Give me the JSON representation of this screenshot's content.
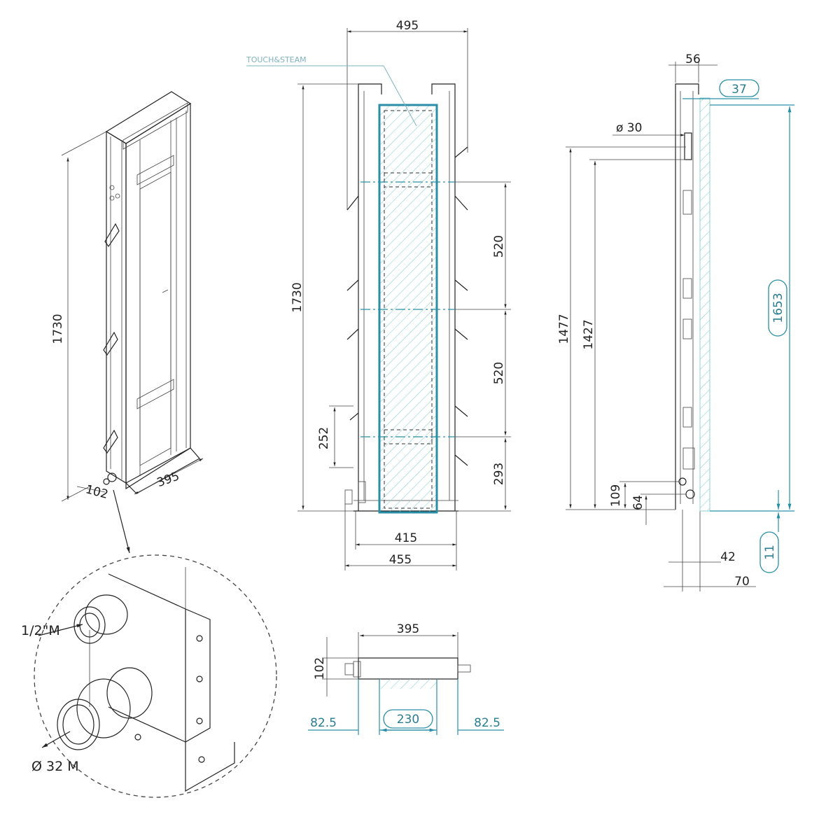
{
  "colors": {
    "line": "#222222",
    "accent": "#2a8fa6",
    "hatch": "#8fd0cf"
  },
  "iso_view": {
    "height": "1730",
    "width": "395",
    "depth": "102"
  },
  "detail": {
    "inlet": "1/2\"M",
    "outlet": "Ø 32 M"
  },
  "front_view": {
    "top_width": "495",
    "panel_label": "TOUCH&STEAM",
    "height": "1730",
    "spacing_upper": "520",
    "spacing_lower": "520",
    "bottom_offset": "293",
    "side_bracket": "252",
    "inner_width": "415",
    "outer_width": "455"
  },
  "side_view": {
    "top_depth": "56",
    "panel_offset": "37",
    "pipe_diameter": "ø 30",
    "pipe_height_a": "1477",
    "pipe_height_b": "1427",
    "panel_height": "1653",
    "lower_a": "109",
    "lower_b": "64",
    "panel_bottom": "11",
    "depth_a": "42",
    "depth_b": "70"
  },
  "top_view": {
    "width": "395",
    "depth": "102",
    "margin_left": "82.5",
    "center": "230",
    "margin_right": "82.5"
  }
}
